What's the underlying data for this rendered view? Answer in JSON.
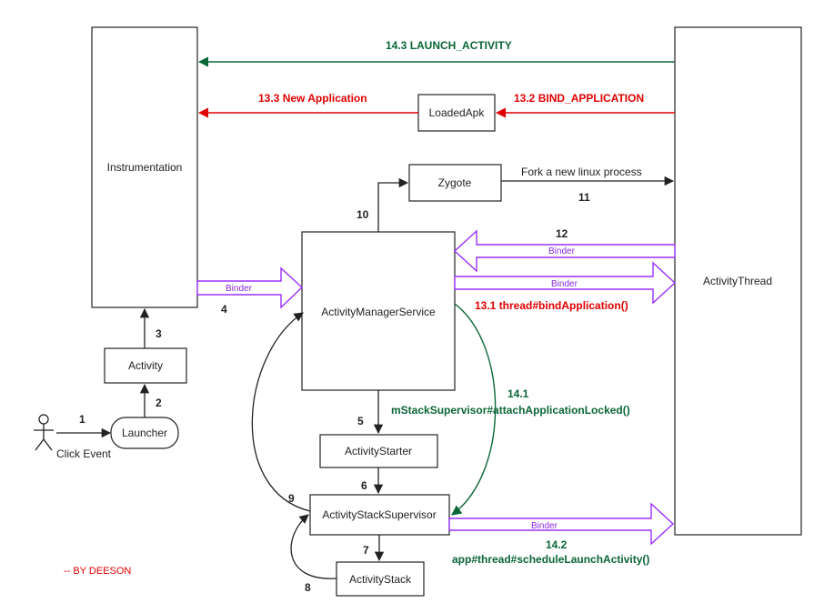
{
  "colors": {
    "green": "#0b6637",
    "red": "#e00000",
    "purple": "#9b30ff",
    "dark": "#222222"
  },
  "boxes": {
    "instrumentation": "Instrumentation",
    "activity_thread": "ActivityThread",
    "loaded_apk": "LoadedApk",
    "zygote": "Zygote",
    "ams": "ActivityManagerService",
    "activity": "Activity",
    "launcher": "Launcher",
    "activity_starter": "ActivityStarter",
    "activity_stack_supervisor": "ActivityStackSupervisor",
    "activity_stack": "ActivityStack"
  },
  "actor": {
    "label": "Click Event",
    "icon": "stick-figure-icon"
  },
  "steps": {
    "s1": "1",
    "s2": "2",
    "s3": "3",
    "s4": "4",
    "s5": "5",
    "s6": "6",
    "s7": "7",
    "s8": "8",
    "s9": "9",
    "s10": "10",
    "s11": "11",
    "s12": "12"
  },
  "labels": {
    "launch_activity": "14.3  LAUNCH_ACTIVITY",
    "new_application": "13.3  New Application",
    "bind_application": "13.2  BIND_APPLICATION",
    "fork_process": "Fork a new linux process",
    "bind_application_call": "13.1  thread#bindApplication()",
    "attach_num": "14.1",
    "attach_call": "mStackSupervisor#attachApplicationLocked()",
    "schedule_num": "14.2",
    "schedule_call": "app#thread#scheduleLaunchActivity()",
    "binder": "Binder"
  },
  "credit": "-- BY DEESON"
}
